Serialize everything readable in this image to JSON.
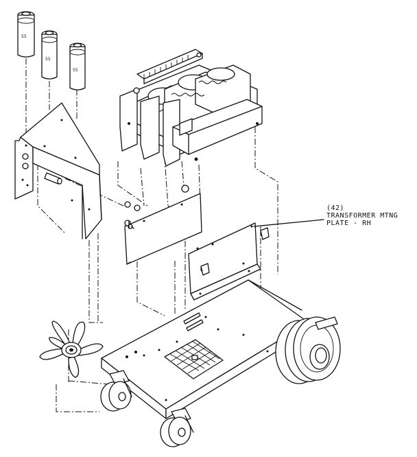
{
  "callout": {
    "ref_number": "(42)",
    "line1": "TRANSFORMER MTNG",
    "line2": "PLATE - RH"
  },
  "capacitor_marks": [
    "55",
    "55",
    "55"
  ],
  "colors": {
    "ink": "#111111",
    "paper": "#ffffff"
  }
}
